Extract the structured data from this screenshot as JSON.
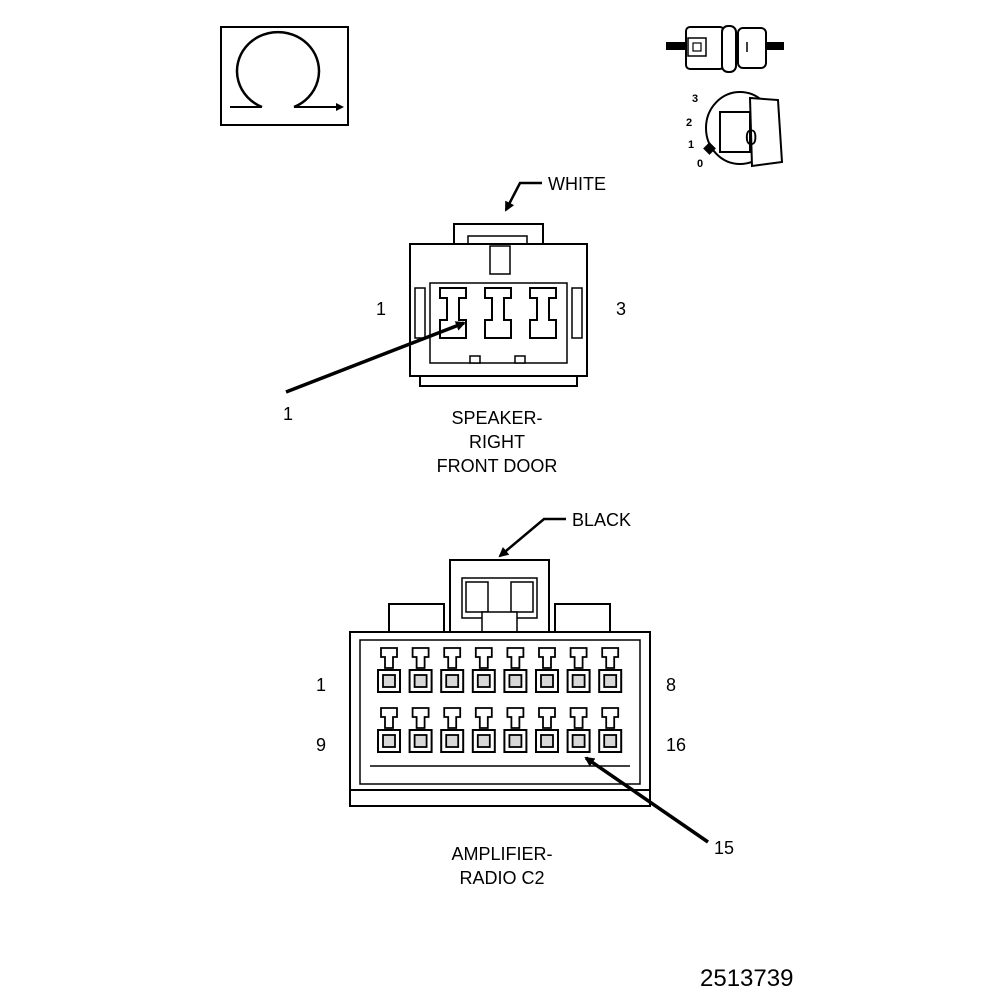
{
  "figure_id": "2513739",
  "icons": {
    "ohm_symbol": "ohmmeter-icon",
    "connector_test": "connector-probe-icon",
    "ignition_switch": "ignition-key-icon"
  },
  "ignition": {
    "positions": [
      "3",
      "2",
      "1",
      "0"
    ],
    "key_label": "0"
  },
  "speaker_connector": {
    "color": "WHITE",
    "pin_first": "1",
    "pin_last": "3",
    "callout": "1",
    "caption": [
      "SPEAKER-",
      "RIGHT",
      "FRONT DOOR"
    ],
    "pin_count": 3
  },
  "amplifier_connector": {
    "color": "BLACK",
    "row1_first": "1",
    "row1_last": "8",
    "row2_first": "9",
    "row2_last": "16",
    "callout": "15",
    "caption": [
      "AMPLIFIER-",
      "RADIO C2"
    ],
    "pins_per_row": 8
  },
  "colors": {
    "ink": "#000000",
    "paper": "#ffffff",
    "pin_fill": "#d8d8d8"
  }
}
